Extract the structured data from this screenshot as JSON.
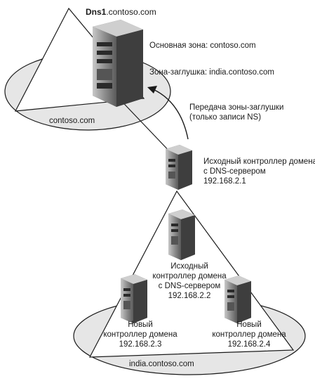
{
  "dns1": {
    "prefix": "Dns1",
    "suffix": ".contoso.com"
  },
  "zones": {
    "primary": "Основная зона:  contoso.com",
    "stub": "Зона-заглушка: india.contoso.com"
  },
  "transfer": {
    "line1": "Передача зоны-заглушки",
    "line2": "(только записи NS)"
  },
  "source_dc": {
    "line1": "Исходный контроллер домена",
    "line2": "с DNS-сервером",
    "ip": "192.168.2.1"
  },
  "central_dc": {
    "line1": "Исходный",
    "line2": "контроллер домена",
    "line3": "с DNS-сервером",
    "ip": "192.168.2.2"
  },
  "dc3": {
    "line1": "Новый",
    "line2": "контроллер домена",
    "ip": "192.168.2.3"
  },
  "dc4": {
    "line1": "Новый",
    "line2": "контроллер домена",
    "ip": "192.168.2.4"
  },
  "domains": {
    "top": "contoso.com",
    "bottom": "india.contoso.com"
  },
  "colors": {
    "stroke": "#1a1a1a",
    "ellipse_fill": "#e6e6e6",
    "server_body": "#9a9a9a",
    "server_dark": "#4a4a4a"
  }
}
